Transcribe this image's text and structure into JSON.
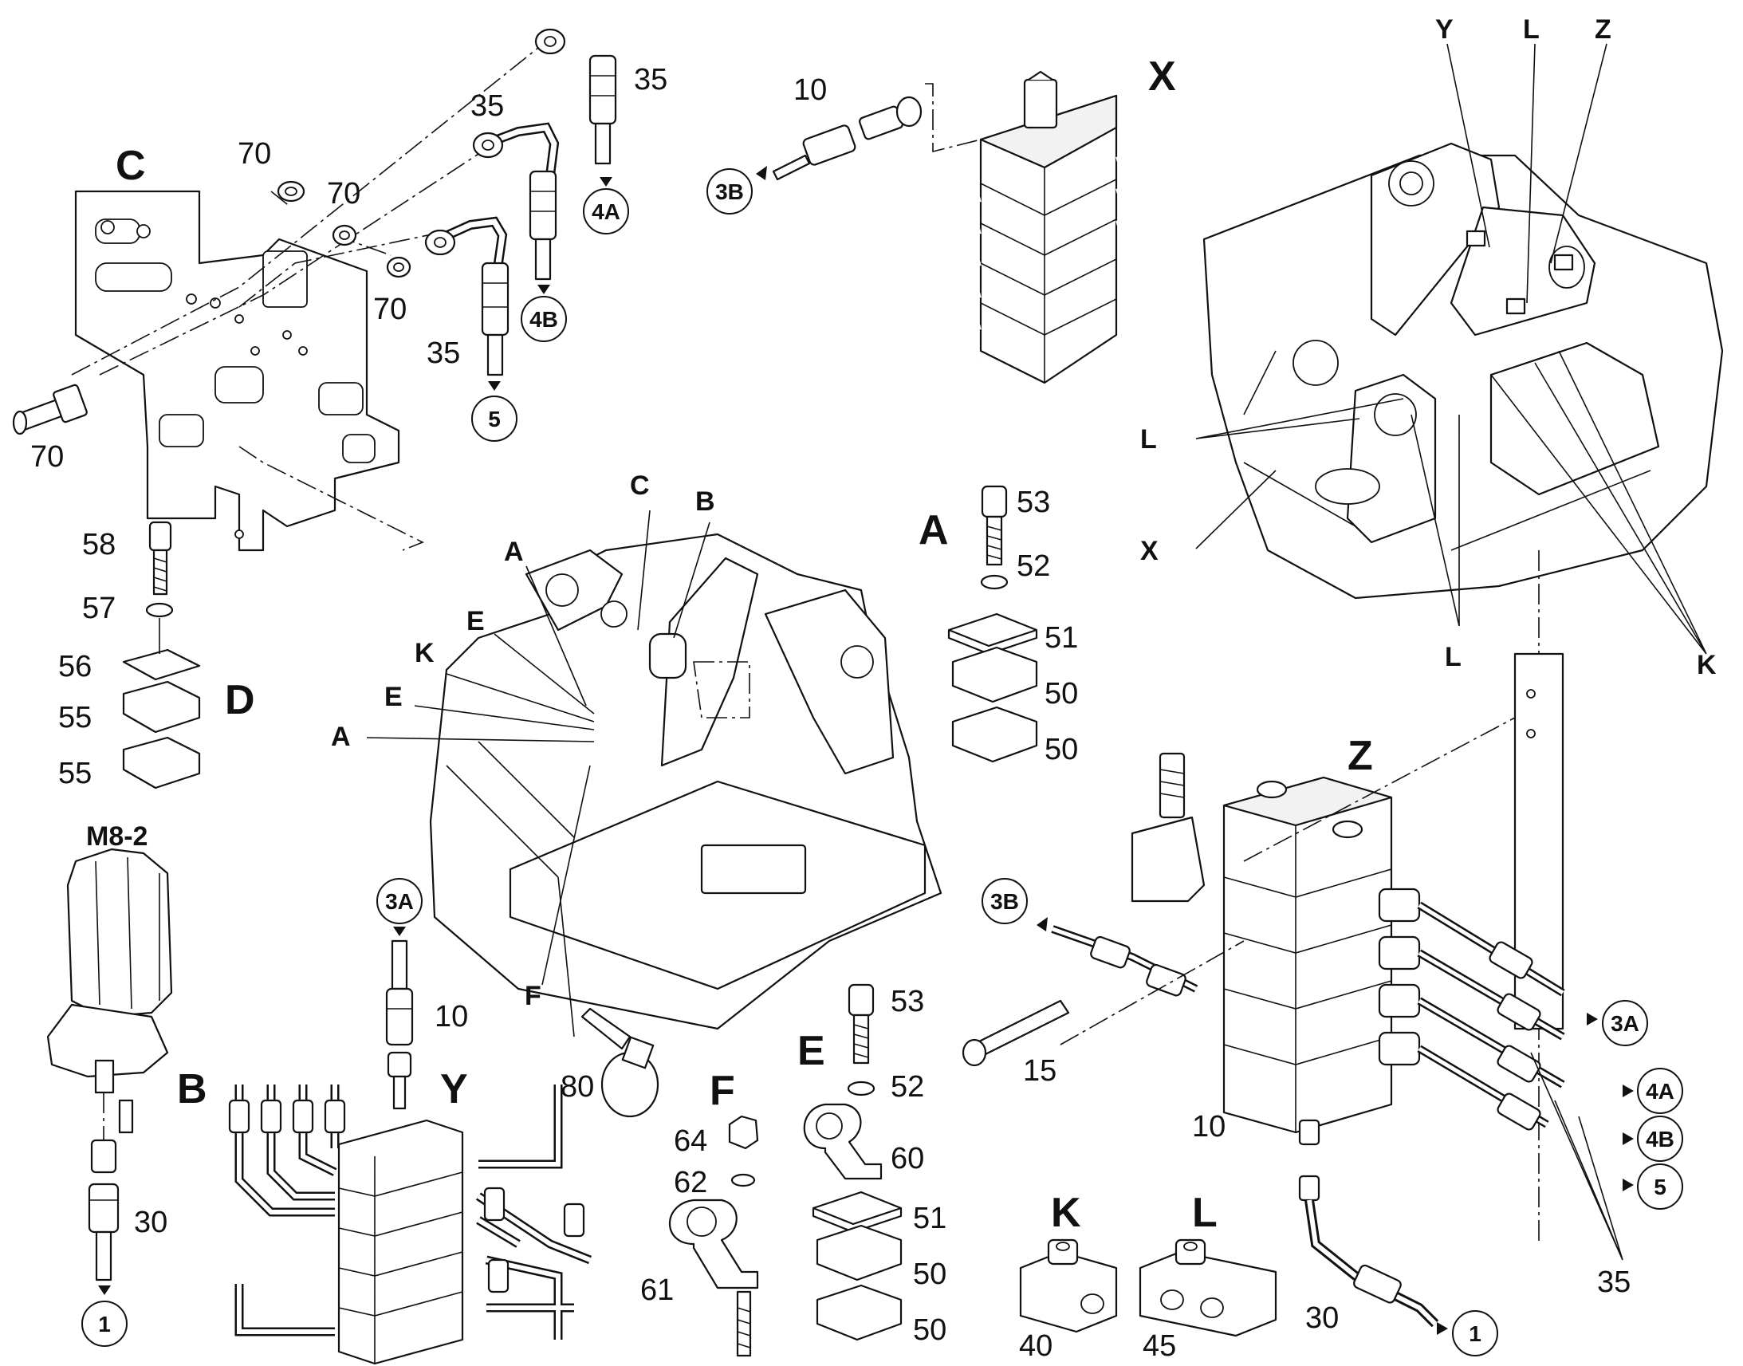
{
  "detail_letters": {
    "C": "C",
    "D": "D",
    "B": "B",
    "Y": "Y",
    "F": "F",
    "E": "E",
    "A": "A",
    "X": "X",
    "Z": "Z",
    "K": "K",
    "L": "L"
  },
  "motor_label": "M8-2",
  "callouts_main": {
    "c": "C",
    "b": "B",
    "a1": "A",
    "e1": "E",
    "k": "K",
    "e2": "E",
    "a2": "A",
    "f": "F"
  },
  "callouts_overview": {
    "y": "Y",
    "l_top": "L",
    "z": "Z",
    "l_left": "L",
    "x": "X",
    "l_bottom": "L",
    "k": "K"
  },
  "part_numbers": {
    "p35_a": "35",
    "p35_b": "35",
    "p35_c": "35",
    "p70_a": "70",
    "p70_b": "70",
    "p70_c": "70",
    "p70_d": "70",
    "p10_x": "10",
    "p58": "58",
    "p57": "57",
    "p56": "56",
    "p55_a": "55",
    "p55_b": "55",
    "p53_a": "53",
    "p52_a": "52",
    "p51_a": "51",
    "p50_a": "50",
    "p50_b": "50",
    "p30_b": "30",
    "p10_y": "10",
    "p80": "80",
    "p64": "64",
    "p62": "62",
    "p61": "61",
    "p53_e": "53",
    "p52_e": "52",
    "p60": "60",
    "p51_e": "51",
    "p50_e1": "50",
    "p50_e2": "50",
    "p15": "15",
    "p10_z": "10",
    "p30_z": "30",
    "p35_z": "35",
    "p40": "40",
    "p45": "45"
  },
  "line_markers": {
    "m4a_top": "4A",
    "m4b_top": "4B",
    "m5_top": "5",
    "m3b_x": "3B",
    "m3a_y": "3A",
    "m1_b": "1",
    "m3b_z": "3B",
    "m3a_z": "3A",
    "m4a_z": "4A",
    "m4b_z": "4B",
    "m5_z": "5",
    "m1_z": "1"
  }
}
